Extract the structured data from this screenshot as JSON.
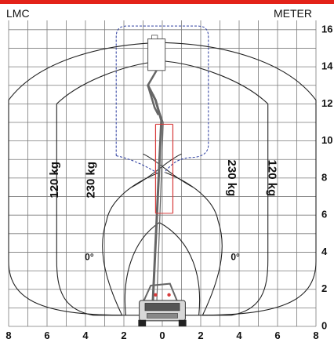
{
  "header": {
    "left_label": "LMC",
    "right_label": "METER",
    "accent_color": "#e32219"
  },
  "chart_data": {
    "type": "working-range diagram",
    "x_axis": {
      "range": [
        -8,
        8
      ],
      "tick_values": [
        -8,
        -6,
        -4,
        -2,
        0,
        2,
        4,
        6,
        8
      ],
      "tick_labels": [
        "8",
        "6",
        "4",
        "2",
        "0",
        "2",
        "4",
        "6",
        "8"
      ]
    },
    "y_axis": {
      "range": [
        0,
        16.5
      ],
      "tick_values": [
        0,
        2,
        4,
        6,
        8,
        10,
        12,
        14,
        16
      ],
      "tick_labels": [
        "0",
        "2",
        "4",
        "6",
        "8",
        "10",
        "12",
        "14",
        "16"
      ]
    },
    "grid": true,
    "zones": [
      {
        "label": "120 kg",
        "side": "left"
      },
      {
        "label": "230 kg",
        "side": "left"
      },
      {
        "label": "230 kg",
        "side": "right"
      },
      {
        "label": "120 kg",
        "side": "right"
      }
    ],
    "angle_labels": [
      {
        "label": "0°",
        "side": "left"
      },
      {
        "label": "0°",
        "side": "right"
      }
    ],
    "colors": {
      "grid": "#7a7a7a",
      "envelope_outline": "#222222",
      "dashed_outline": "#2a3b9e",
      "mast_highlight": "#d83a3a",
      "boom": "#666666"
    }
  }
}
